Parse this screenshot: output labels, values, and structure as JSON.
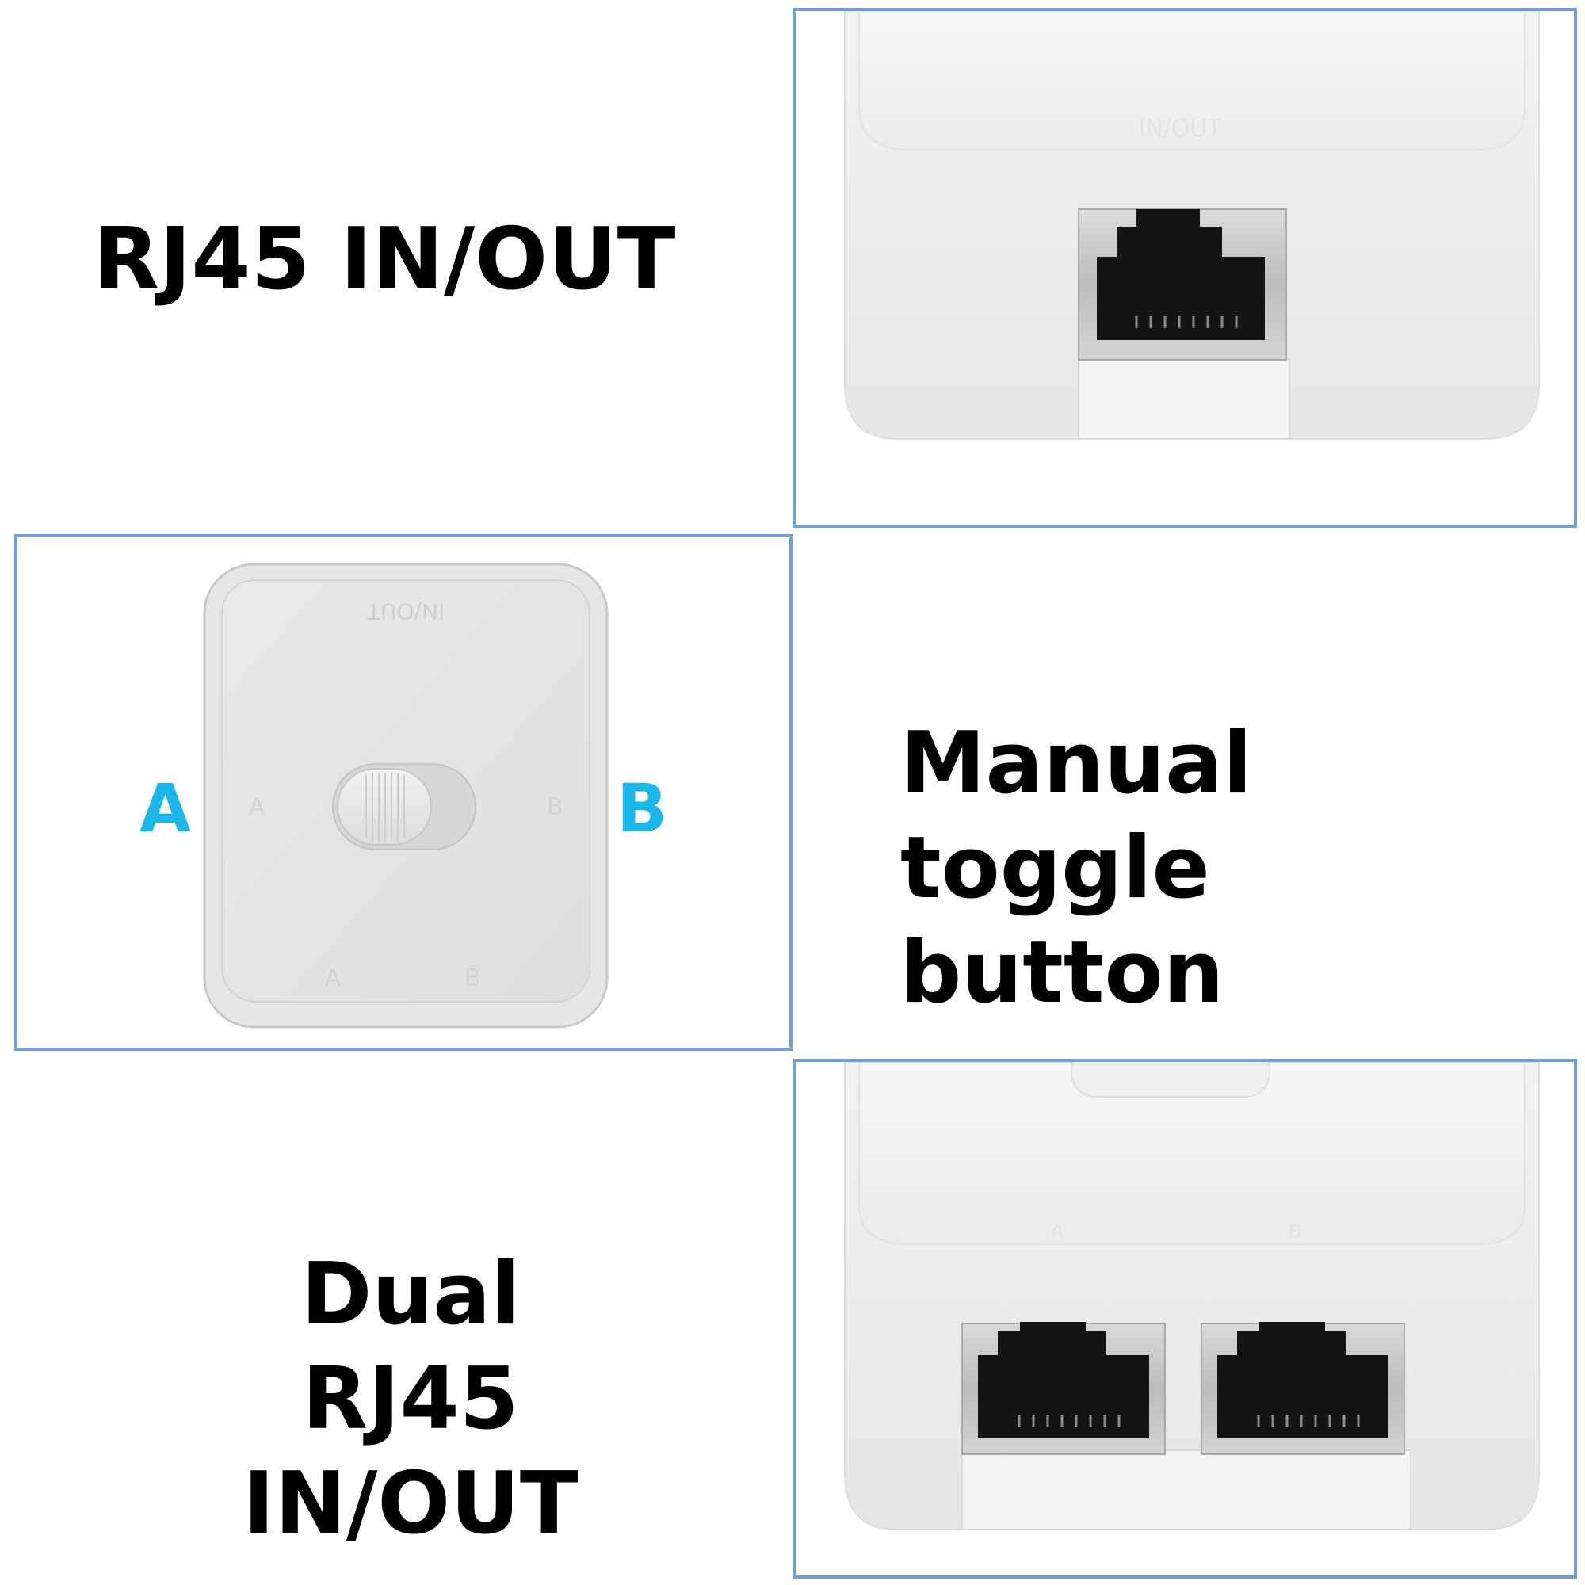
{
  "colors": {
    "frame_border": "#6fa0d8",
    "accent_cyan": "#1bb7ea",
    "text": "#000000",
    "device_white": "#f4f4f4",
    "port_black": "#111111",
    "port_metal": "#c9c9c9"
  },
  "panels": {
    "top": {
      "caption": "RJ45 IN/OUT",
      "device_label": "IN/OUT"
    },
    "middle": {
      "caption_line1": "Manual toggle",
      "caption_line2": "button",
      "device_label": "IN/OUT",
      "left_letter": "A",
      "right_letter": "B",
      "embossed_left": "A",
      "embossed_right": "B",
      "embossed_bottom_left": "A",
      "embossed_bottom_right": "B"
    },
    "bottom": {
      "caption_line1": "Dual RJ45",
      "caption_line2": "IN/OUT",
      "embossed_left": "A",
      "embossed_right": "B"
    }
  }
}
